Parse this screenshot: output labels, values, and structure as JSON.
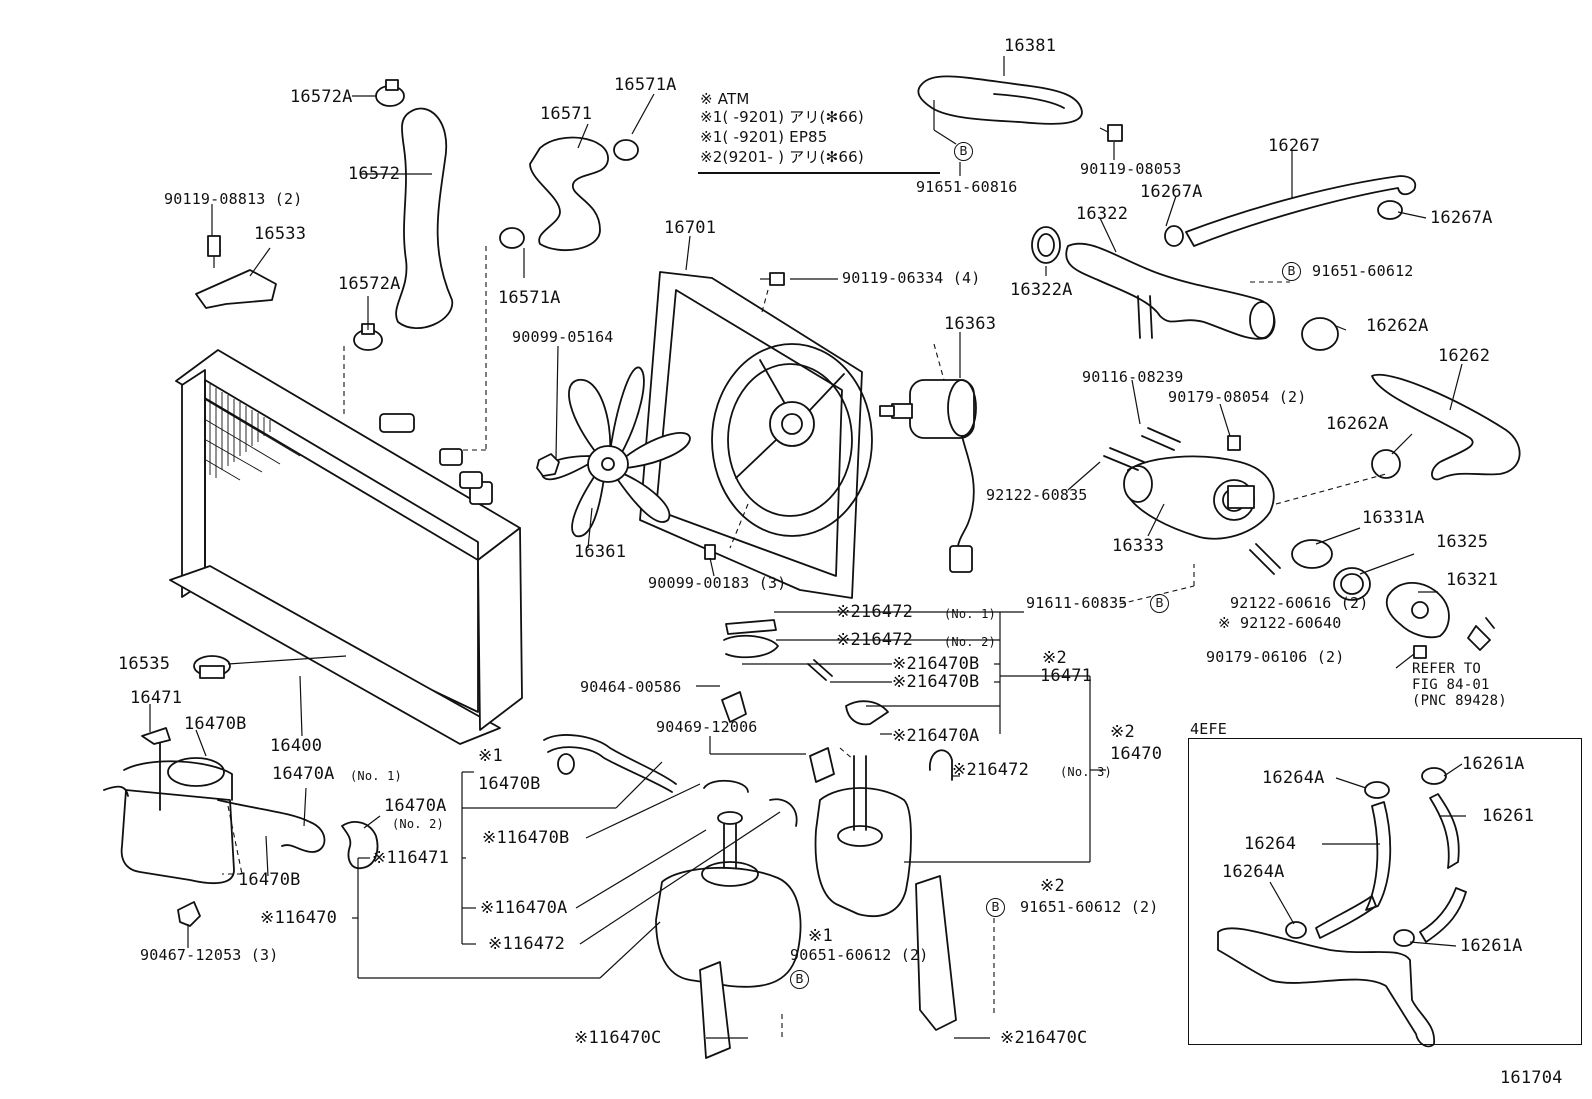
{
  "figure_number": "161704",
  "note_block": {
    "lines": [
      "※  ATM",
      "※1(      -9201) アリ(✻66)",
      "※1(      -9201) EP85",
      "※2(9201-      ) アリ(✻66)"
    ]
  },
  "inset": {
    "title": "4EFE"
  },
  "refer": {
    "line1": "REFER TO",
    "line2": "FIG 84-01",
    "line3": "(PNC 89428)"
  },
  "bolt_ref": "B",
  "labels": {
    "l16381": "16381",
    "l16572A_top": "16572A",
    "l16571A_top": "16571A",
    "l16571": "16571",
    "l16572": "16572",
    "l90119_08813": "90119-08813 (2)",
    "l16533": "16533",
    "l16572A_mid": "16572A",
    "l16571A_mid": "16571A",
    "l16701": "16701",
    "l90119_06334": "90119-06334 (4)",
    "l90119_08053": "90119-08053",
    "l91651_60816": "91651-60816",
    "l16267": "16267",
    "l16267A_a": "16267A",
    "l16267A_b": "16267A",
    "l16322": "16322",
    "l16322A": "16322A",
    "l91651_60612": "91651-60612",
    "l16262A_a": "16262A",
    "l16262": "16262",
    "l16262A_b": "16262A",
    "l16363": "16363",
    "l90099_05164": "90099-05164",
    "l90116_08239": "90116-08239",
    "l90179_08054": "90179-08054 (2)",
    "l92122_60835": "92122-60835",
    "l16333": "16333",
    "l16331A": "16331A",
    "l16325": "16325",
    "l16321": "16321",
    "l16361": "16361",
    "l90099_00183": "90099-00183 (3)",
    "l91611_60835": "91611-60835",
    "l92122_60616": "92122-60616 (2)",
    "l92122_60640": "※ 92122-60640",
    "l90179_06106": "90179-06106 (2)",
    "l216472_no1": "※216472",
    "no1": "(No. 1)",
    "l216472_no2": "※216472",
    "no2": "(No. 2)",
    "l216470B_a": "※216470B",
    "l216470B_b": "※216470B",
    "l2_16471_mark": "※2",
    "l16471_right": "16471",
    "l16535": "16535",
    "l16471_left": "16471",
    "l16470B_top": "16470B",
    "l90464_00586": "90464-00586",
    "l216470A": "※216470A",
    "l16400": "16400",
    "l90469_12006": "90469-12006",
    "l2_16470_mark": "※2",
    "l16470_right": "16470",
    "l1_16470B_mark": "※1",
    "l16470B_mid": "16470B",
    "l16470A_no1": "16470A",
    "no1b": "(No. 1)",
    "l216472_no3": "※216472",
    "no3": "(No. 3)",
    "l16470A_no2": "16470A",
    "no2b": "(No. 2)",
    "l116470B": "※116470B",
    "l116471": "※116471",
    "l16470B_low": "16470B",
    "l116470": "※116470",
    "l116470A": "※116470A",
    "l116472": "※116472",
    "l90467_12053": "90467-12053 (3)",
    "l2_mark_91651": "※2",
    "l91651_60612_2": "91651-60612 (2)",
    "l1_mark_90651": "※1",
    "l90651_60612": "90651-60612 (2)",
    "l116470C": "※116470C",
    "l216470C": "※216470C",
    "l16264A": "16264A",
    "l16261A_top": "16261A",
    "l16261": "16261",
    "l16264": "16264",
    "l16264A_b": "16264A",
    "l16261A_b": "16261A"
  }
}
